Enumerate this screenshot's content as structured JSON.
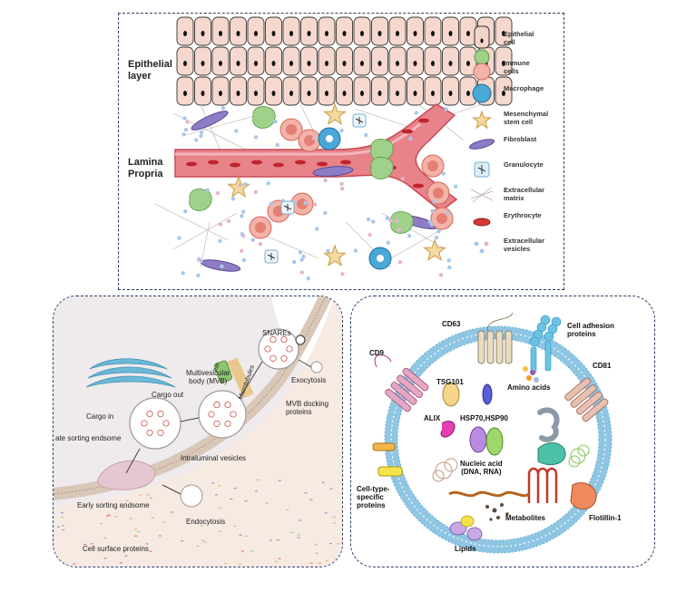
{
  "top": {
    "side_labels": {
      "epithelial_line1": "Epithelial",
      "epithelial_line2": "layer",
      "lamina_line1": "Lamina",
      "lamina_line2": "Propria"
    },
    "legend": [
      {
        "line1": "Epithelial",
        "line2": "cell",
        "icon": "epithelial-cell-icon",
        "color": "#f4d4c8"
      },
      {
        "line1": "Immune",
        "line2": "cells",
        "icon": "immune-cell-icon",
        "color": "#9fd18a"
      },
      {
        "line1": "Macrophage",
        "line2": "",
        "icon": "macrophage-icon",
        "color": "#4aa8d8"
      },
      {
        "line1": "Mesenchymal",
        "line2": "stem cell",
        "icon": "mesenchymal-stem-cell-icon",
        "color": "#f6d9a0"
      },
      {
        "line1": "Fibroblast",
        "line2": "",
        "icon": "fibroblast-icon",
        "color": "#8f7cc6"
      },
      {
        "line1": "Granulocyte",
        "line2": "",
        "icon": "granulocyte-icon",
        "color": "#dceef8"
      },
      {
        "line1": "Extracellular",
        "line2": "matrix",
        "icon": "extracellular-matrix-icon",
        "color": "#b9aca4"
      },
      {
        "line1": "Erythrocyte",
        "line2": "",
        "icon": "erythrocyte-icon",
        "color": "#d63a3a"
      },
      {
        "line1": "Extracellular",
        "line2": "vesicles",
        "icon": "extracellular-vesicles-icon",
        "color": "#a9c8ea"
      }
    ]
  },
  "biogenesis": {
    "snares": "SNAREs",
    "mvb_line1": "Multivesicular",
    "mvb_line2": "body (MVB)",
    "rab": "Rab",
    "exocytosis": "Exocytosis",
    "cargo_out": "Cargo out",
    "cargo_in": "Cargo in",
    "late_sorting": "ate sorting endsome",
    "microtubules": "Microtubules",
    "mvb_docking_line1": "MVB docking",
    "mvb_docking_line2": "proteins",
    "intraluminal": "Intraluminal vesicles",
    "early_sorting": "Early sorting endsome",
    "endocytosis": "Endocytosis",
    "surface_proteins": "Cell surface proteins"
  },
  "exosome": {
    "cd63": "CD63",
    "adhesion_line1": "Cell adhesion",
    "adhesion_line2": "proteins",
    "cd9": "CD9",
    "cd81": "CD81",
    "tsg101": "TSG101",
    "amino_acids": "Amino acids",
    "alix": "ALIX",
    "hsp": "HSP70,HSP90",
    "nucleic_line1": "Nucleic acid",
    "nucleic_line2": "(DNA, RNA)",
    "celltype_line1": "Cell-type-",
    "celltype_line2": "specific",
    "celltype_line3": "proteins",
    "metabolites": "Metabolites",
    "flotillin": "Flotillin-1",
    "lipids": "Lipids"
  }
}
